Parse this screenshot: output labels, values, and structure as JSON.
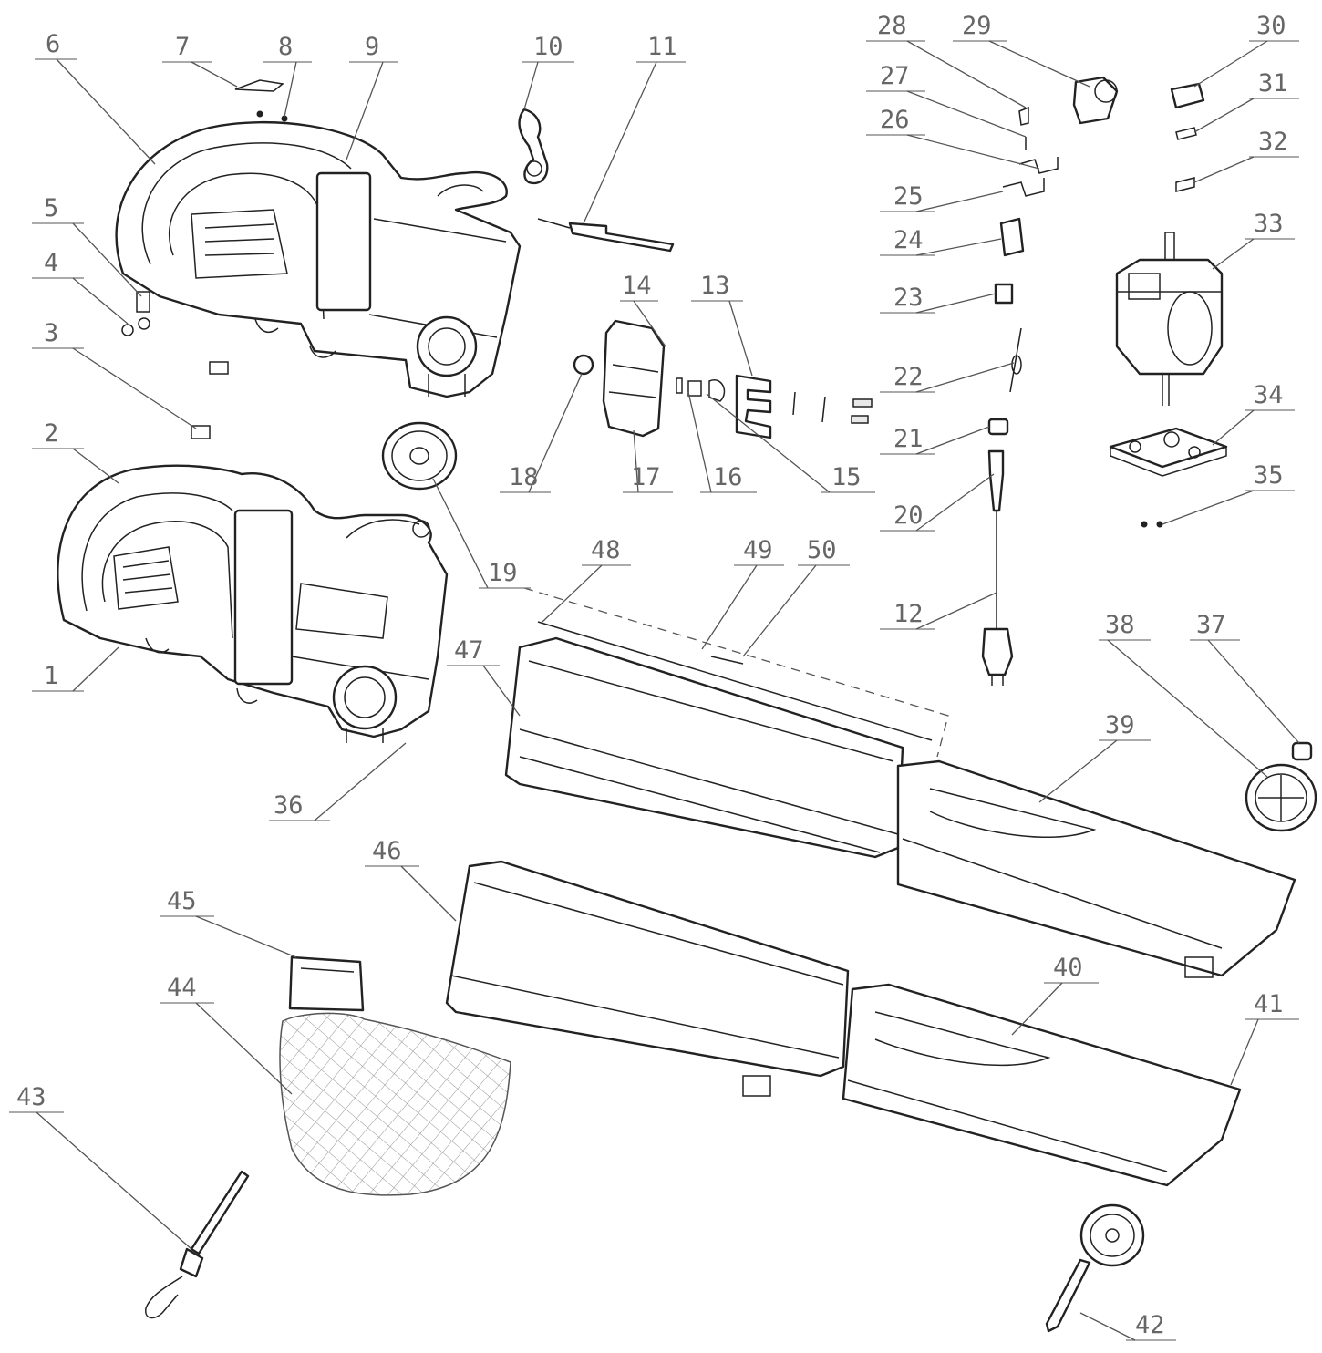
{
  "colors": {
    "line": "#222222",
    "label": "#666666",
    "background": "#ffffff"
  },
  "labels": [
    "1",
    "2",
    "3",
    "4",
    "5",
    "6",
    "7",
    "8",
    "9",
    "10",
    "11",
    "12",
    "13",
    "14",
    "15",
    "16",
    "17",
    "18",
    "19",
    "20",
    "21",
    "22",
    "23",
    "24",
    "25",
    "26",
    "27",
    "28",
    "29",
    "30",
    "31",
    "32",
    "33",
    "34",
    "35",
    "36",
    "37",
    "38",
    "39",
    "40",
    "41",
    "42",
    "43",
    "44",
    "45",
    "46",
    "47",
    "48",
    "49",
    "50"
  ]
}
